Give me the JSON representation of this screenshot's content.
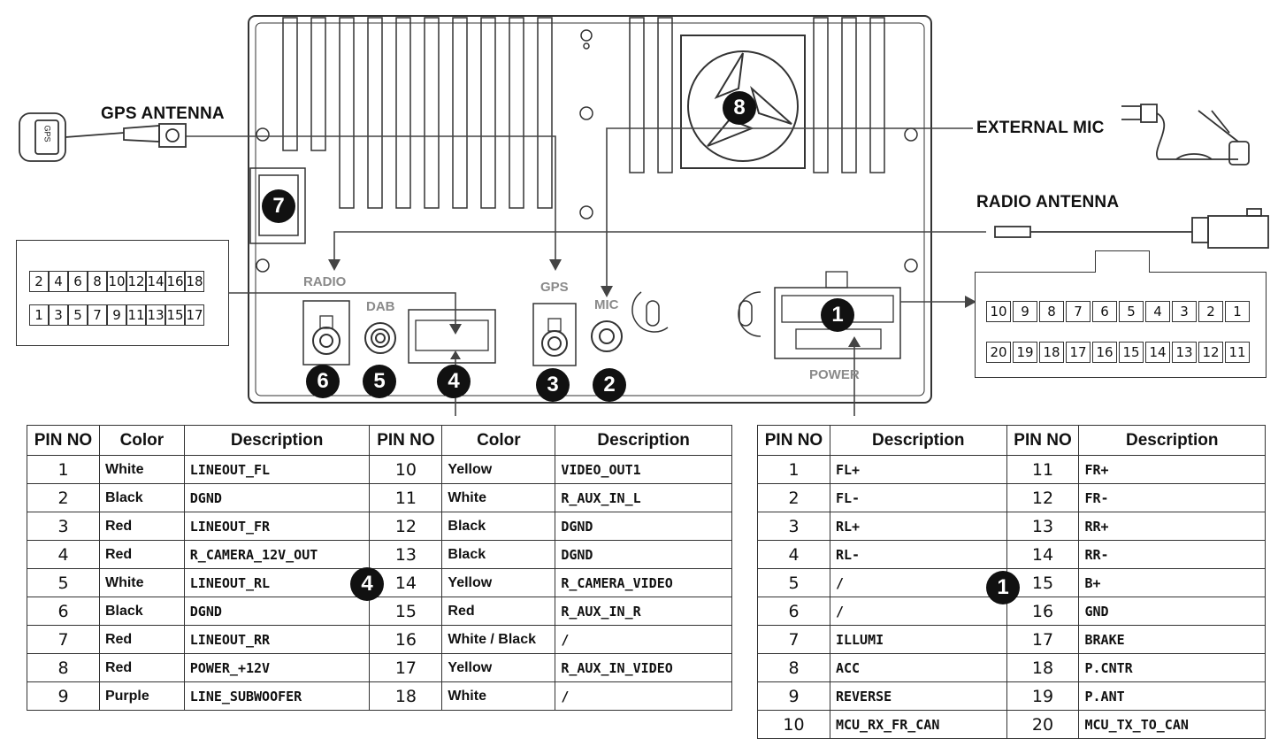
{
  "labels": {
    "gps_antenna": "GPS ANTENNA",
    "external_mic": "EXTERNAL MIC",
    "radio_antenna": "RADIO ANTENNA",
    "radio": "RADIO",
    "dab": "DAB",
    "gps": "GPS",
    "mic": "MIC",
    "power": "POWER",
    "gps_plug_text": "GPS"
  },
  "badges": {
    "b1": "1",
    "b2": "2",
    "b3": "3",
    "b4": "4",
    "b5": "5",
    "b6": "6",
    "b7": "7",
    "b8": "8"
  },
  "connector4_pins": {
    "top": [
      "2",
      "4",
      "6",
      "8",
      "10",
      "12",
      "14",
      "16",
      "18"
    ],
    "bottom": [
      "1",
      "3",
      "5",
      "7",
      "9",
      "11",
      "13",
      "15",
      "17"
    ]
  },
  "connector1_pins": {
    "top": [
      "10",
      "9",
      "8",
      "7",
      "6",
      "5",
      "4",
      "3",
      "2",
      "1"
    ],
    "bottom": [
      "20",
      "19",
      "18",
      "17",
      "16",
      "15",
      "14",
      "13",
      "12",
      "11"
    ]
  },
  "table4": {
    "headers": [
      "PIN NO",
      "Color",
      "Description",
      "PIN NO",
      "Color",
      "Description"
    ],
    "badge": "4",
    "rows": [
      [
        "1",
        "White",
        "LINEOUT_FL",
        "10",
        "Yellow",
        "VIDEO_OUT1"
      ],
      [
        "2",
        "Black",
        "DGND",
        "11",
        "White",
        "R_AUX_IN_L"
      ],
      [
        "3",
        "Red",
        "LINEOUT_FR",
        "12",
        "Black",
        "DGND"
      ],
      [
        "4",
        "Red",
        "R_CAMERA_12V_OUT",
        "13",
        "Black",
        "DGND"
      ],
      [
        "5",
        "White",
        "LINEOUT_RL",
        "14",
        "Yellow",
        "R_CAMERA_VIDEO"
      ],
      [
        "6",
        "Black",
        "DGND",
        "15",
        "Red",
        "R_AUX_IN_R"
      ],
      [
        "7",
        "Red",
        "LINEOUT_RR",
        "16",
        "White / Black",
        "/"
      ],
      [
        "8",
        "Red",
        "POWER_+12V",
        "17",
        "Yellow",
        "R_AUX_IN_VIDEO"
      ],
      [
        "9",
        "Purple",
        "LINE_SUBWOOFER",
        "18",
        "White",
        "/"
      ]
    ]
  },
  "table1": {
    "headers": [
      "PIN NO",
      "Description",
      "PIN NO",
      "Description"
    ],
    "badge": "1",
    "rows": [
      [
        "1",
        "FL+",
        "11",
        "FR+"
      ],
      [
        "2",
        "FL-",
        "12",
        "FR-"
      ],
      [
        "3",
        "RL+",
        "13",
        "RR+"
      ],
      [
        "4",
        "RL-",
        "14",
        "RR-"
      ],
      [
        "5",
        "/",
        "15",
        "B+"
      ],
      [
        "6",
        "/",
        "16",
        "GND"
      ],
      [
        "7",
        "ILLUMI",
        "17",
        "BRAKE"
      ],
      [
        "8",
        "ACC",
        "18",
        "P.CNTR"
      ],
      [
        "9",
        "REVERSE",
        "19",
        "P.ANT"
      ],
      [
        "10",
        "MCU_RX_FR_CAN",
        "20",
        "MCU_TX_TO_CAN"
      ]
    ]
  }
}
